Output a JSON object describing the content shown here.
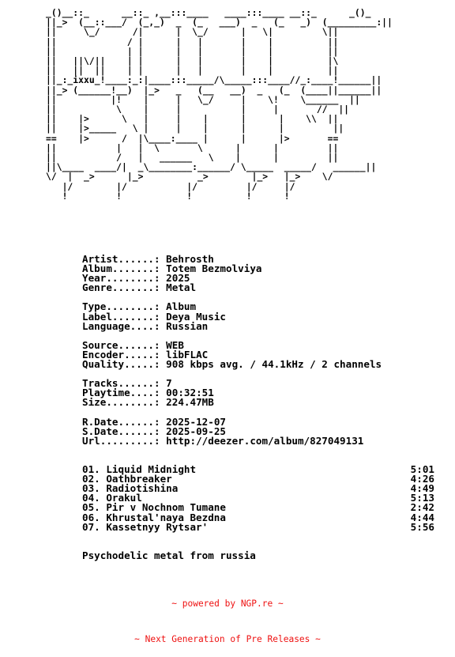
{
  "ascii_art": "_()__::_      __::_ ,__:::____   ____:::____ __::_      _()_\n||_>  (__::___/  (_,_)  _  (_   ___)  _   (_   _)  (_________:||\n||     \\_/      /|      |  \\_/      |   \\|         \\||\n||             / |      |   |       |    |          ||\n||             | |      |   |       |    |          ||\n||   ||\\/||    | |      |   |       |    |          |\\\n||   ||  ||    | |      |   |       |    |          ||\n||_:_ixxu_!____:_:|____:::_____/\\_____:::____//_:____!______||\n||_> (______!__)  |_>   _   (__   __)  _   (_  (____||______||\n||          |!    |     |   \\_/     |    \\!    \\______  ||\n||           \\    |     |           |     |       //  ||\n||    |>      \\   |     |    |      |      |    \\\\  ||\n||    |>_____   \\ |     |    |      |      |         ||\n==    |>      /  |\\____:____ |      |      |>       ==\n||           |   |  \\       \\      |      |         ||\n||           /   |   ______   \\    |      |         ||\n||\\____  ____/|  _\\________:______/ \\_____  _____/   ______||\n\\/  |  _>      |_>          _>        |_>   |_>    \\/\n   |/        |/           |/         |/     |/\n   !         !            !          !      !",
  "info": {
    "artist_label": "Artist......:",
    "artist": "Behrosth",
    "album_label": "Album.......:",
    "album": "Totem Bezmolviya",
    "year_label": "Year........:",
    "year": "2025",
    "genre_label": "Genre.......:",
    "genre": "Metal",
    "type_label": "Type........:",
    "type": "Album",
    "label_label": "Label.......:",
    "label": "Deya Music",
    "language_label": "Language....:",
    "language": "Russian",
    "source_label": "Source......:",
    "source": "WEB",
    "encoder_label": "Encoder.....:",
    "encoder": "libFLAC",
    "quality_label": "Quality.....:",
    "quality": "908 kbps avg. / 44.1kHz / 2 channels",
    "tracks_label": "Tracks......:",
    "tracks": "7",
    "playtime_label": "Playtime....:",
    "playtime": "00:32:51",
    "size_label": "Size........:",
    "size": "224.47MB",
    "rdate_label": "R.Date......:",
    "rdate": "2025-12-07",
    "sdate_label": "S.Date......:",
    "sdate": "2025-09-25",
    "url_label": "Url.........:",
    "url": "http://deezer.com/album/827049131"
  },
  "tracklist": [
    {
      "title": "01. Liquid Midnight",
      "duration": "5:01"
    },
    {
      "title": "02. Oathbreaker",
      "duration": "4:26"
    },
    {
      "title": "03. Radiotishina",
      "duration": "4:49"
    },
    {
      "title": "04. Orakul",
      "duration": "5:13"
    },
    {
      "title": "05. Pir v Nochnom Tumane",
      "duration": "2:42"
    },
    {
      "title": "06. Khrustal'naya Bezdna",
      "duration": "4:44"
    },
    {
      "title": "07. Kassetnyy Rytsar'",
      "duration": "5:56"
    }
  ],
  "description": "Psychodelic metal from russia",
  "footer": {
    "line1": "~ powered by NGP.re ~",
    "line2": "~ Next Generation of Pre Releases ~"
  },
  "colors": {
    "text": "#000000",
    "footer": "#ee1111",
    "background": "#ffffff"
  }
}
